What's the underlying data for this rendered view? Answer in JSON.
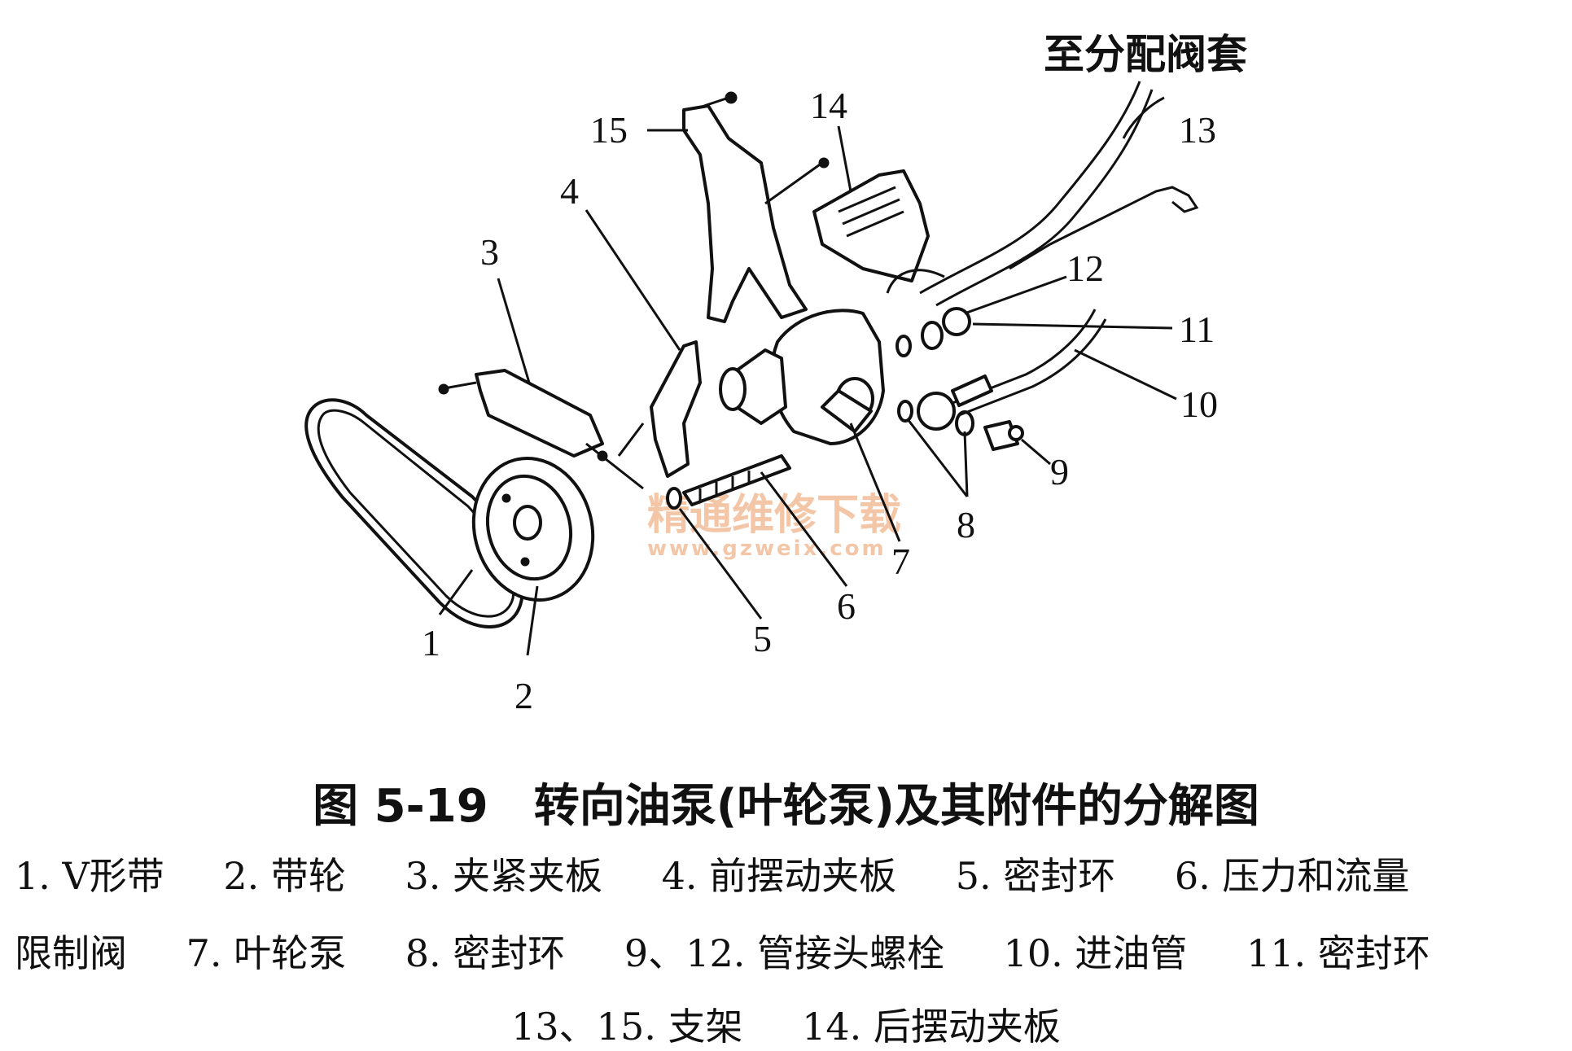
{
  "diagram": {
    "destination_label": "至分配阀套",
    "callouts": [
      "1",
      "2",
      "3",
      "4",
      "5",
      "6",
      "7",
      "8",
      "9",
      "10",
      "11",
      "12",
      "13",
      "14",
      "15"
    ],
    "watermark": {
      "text": "精通维修下载",
      "url": "www.gzweix.com",
      "color": "#f0b48a"
    }
  },
  "caption": {
    "title": "图 5-19　转向油泵(叶轮泵)及其附件的分解图",
    "legend_lines": [
      [
        "1. V形带",
        "2. 带轮",
        "3. 夹紧夹板",
        "4. 前摆动夹板",
        "5. 密封环",
        "6. 压力和流量"
      ],
      [
        "限制阀",
        "7. 叶轮泵",
        "8. 密封环",
        "9、12. 管接头螺栓",
        "10. 进油管",
        "11. 密封环"
      ],
      [
        "13、15. 支架",
        "14. 后摆动夹板"
      ]
    ]
  }
}
